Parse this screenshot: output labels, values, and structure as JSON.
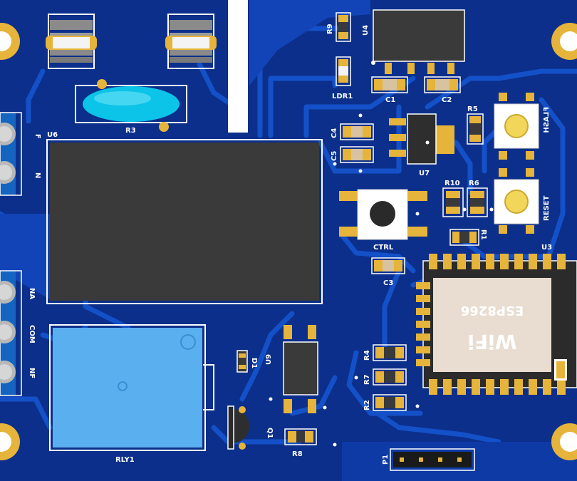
{
  "board": {
    "colors": {
      "substrate": "#0b2f8a",
      "copper": "#1450c8",
      "pad": "#e6b43a",
      "silk": "#ffffff",
      "ic": "#3a3a3a",
      "relay": "#5ab0ee",
      "terminal": "#1565c0",
      "capacitor": "#0cc3e8",
      "esp_shield": "#e8ddd0"
    },
    "labels": {
      "r9": "R9",
      "u4": "U4",
      "ldr": "LDR1",
      "c1": "C1",
      "c2": "C2",
      "r3": "R3",
      "u6": "U6",
      "c4": "C4",
      "c5": "C5",
      "u7": "U7",
      "r5": "R5",
      "flash": "FLASH",
      "r10": "R10",
      "r6": "R6",
      "reset": "RESET",
      "r1": "R1",
      "ctrl": "CTRL",
      "c3": "C3",
      "u3": "U3",
      "term_f": "F",
      "term_n": "N",
      "term_na": "NA",
      "term_com": "COM",
      "term_nf": "NF",
      "d1": "D1",
      "u9": "U9",
      "q1": "Q1",
      "r8": "R8",
      "rly1": "RLY1",
      "r4": "R4",
      "r7": "R7",
      "r2": "R2",
      "p1": "P1"
    },
    "module": {
      "wifi": "WiFi",
      "chip": "ESP8266"
    }
  }
}
